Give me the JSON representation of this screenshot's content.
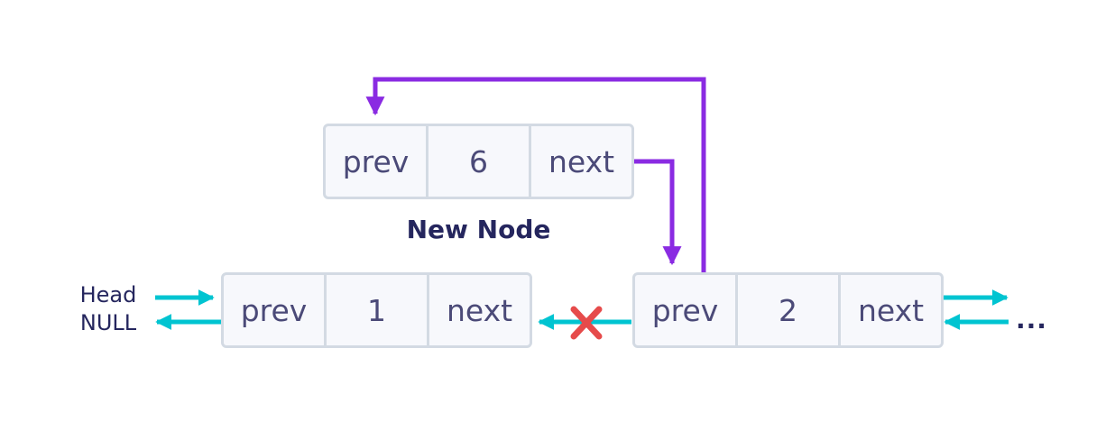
{
  "colors": {
    "node_fill": "#f7f8fc",
    "node_border": "#d3dae3",
    "cell_text": "#4b4a78",
    "label_text": "#25265e",
    "link_arrow": "#00c4d1",
    "new_link_arrow": "#8a2be2",
    "cross": "#e64b4b"
  },
  "new_node": {
    "prev_label": "prev",
    "value": "6",
    "next_label": "next",
    "caption": "New Node"
  },
  "node_1": {
    "prev_label": "prev",
    "value": "1",
    "next_label": "next"
  },
  "node_2": {
    "prev_label": "prev",
    "value": "2",
    "next_label": "next"
  },
  "left_labels": {
    "head": "Head",
    "null": "NULL"
  },
  "continuation": "..."
}
